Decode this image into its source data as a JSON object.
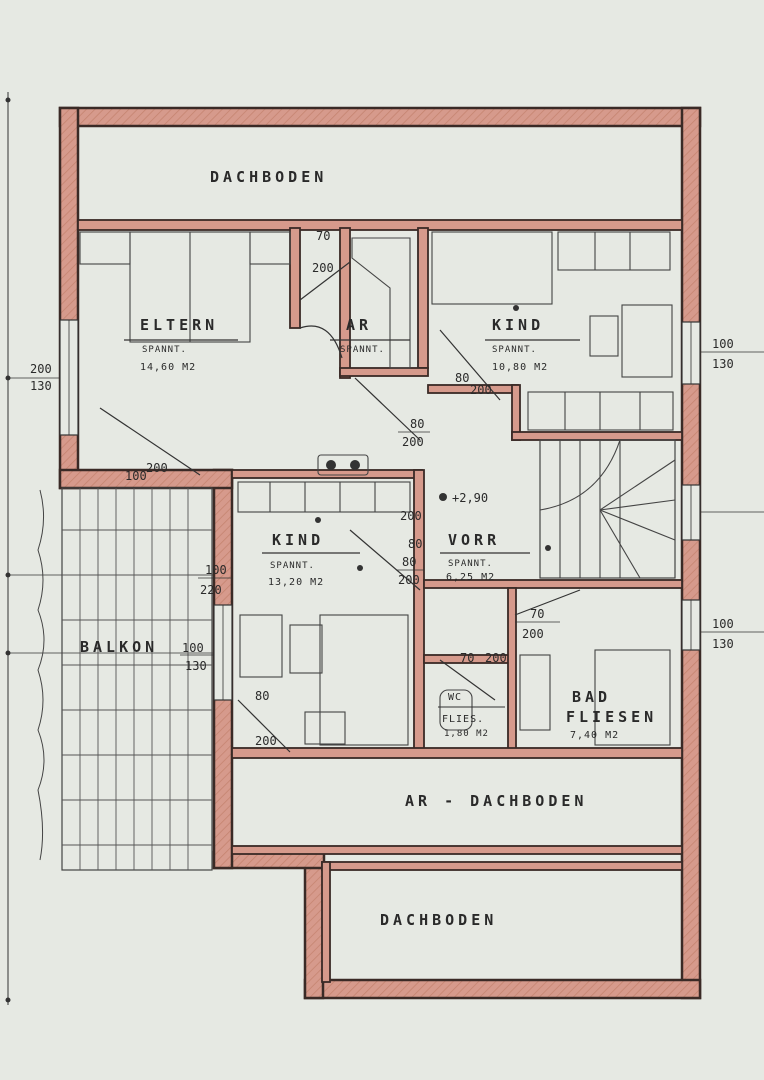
{
  "rooms": {
    "dachboden_top": "DACHBODEN",
    "eltern": "ELTERN",
    "eltern_floor": "SPANNT.",
    "eltern_area": "14,60 M2",
    "ar": "AR",
    "ar_floor": "SPANNT.",
    "kind_right": "KIND",
    "kind_right_floor": "SPANNT.",
    "kind_right_area": "10,80 M2",
    "kind_center": "KIND",
    "kind_center_floor": "SPANNT.",
    "kind_center_area": "13,20 M2",
    "vorr": "VORR",
    "vorr_floor": "SPANNT.",
    "vorr_area": "6,25 M2",
    "balkon": "BALKON",
    "wc": "WC",
    "wc_floor": "FLIES.",
    "wc_area": "1,80 M2",
    "bad": "BAD",
    "bad_floor": "FLIESEN",
    "bad_area": "7,40 M2",
    "ar_dachboden": "AR - DACHBODEN",
    "dachboden_bottom": "DACHBODEN"
  },
  "dimensions": {
    "d_70_200_door": "70",
    "d_200_door": "200",
    "d_80_200_ar": "80",
    "d_200_ar": "200",
    "d_80_200_kind": "80",
    "d_200_kind": "200",
    "d_100_200_eltern": "100",
    "d_200_eltern": "200",
    "d_80_200_vorr": "80",
    "d_200_vorr": "200",
    "d_100_win_center": "100",
    "d_220_win_center": "220",
    "d_100_balkon": "100",
    "d_130_balkon": "130",
    "d_80_200_center": "80",
    "d_200_center": "200",
    "d_80_200_lower": "80",
    "d_200_lower": "200",
    "d_70_200_bath": "70",
    "d_200_bath": "200",
    "d_70_200_wc": "70",
    "d_200_wc": "200",
    "d_left_200": "200",
    "d_left_130": "130",
    "d_right_100_a": "100",
    "d_right_130_a": "130",
    "d_right_100_b": "100",
    "d_right_130_b": "130",
    "level": "+2,90"
  }
}
